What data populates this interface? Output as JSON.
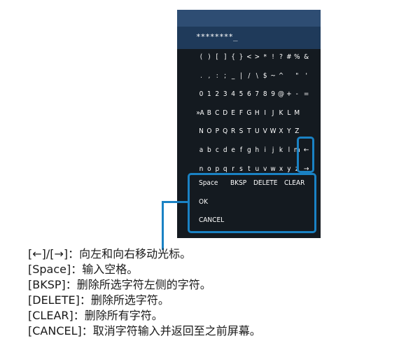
{
  "screen": {
    "input_value": "********_",
    "keyboard_rows": [
      [
        "(",
        ")",
        "[",
        "]",
        "{",
        "}",
        "<",
        ">",
        "*",
        "!",
        "?",
        "#",
        "%",
        "&"
      ],
      [
        ".",
        ",",
        ":",
        ";",
        "_",
        "|",
        "/",
        "\\",
        "$",
        "~",
        "^",
        "",
        "\"",
        "'"
      ],
      [
        "0",
        "1",
        "2",
        "3",
        "4",
        "5",
        "6",
        "7",
        "8",
        "9",
        "@",
        "+",
        "-",
        "="
      ],
      [
        "»A",
        "B",
        "C",
        "D",
        "E",
        "F",
        "G",
        "H",
        "I",
        "J",
        "K",
        "L",
        "M"
      ],
      [
        "N",
        "O",
        "P",
        "Q",
        "R",
        "S",
        "T",
        "U",
        "V",
        "W",
        "X",
        "Y",
        "Z"
      ],
      [
        "a",
        "b",
        "c",
        "d",
        "e",
        "f",
        "g",
        "h",
        "i",
        "j",
        "k",
        "l",
        "m",
        "←"
      ],
      [
        "n",
        "o",
        "p",
        "q",
        "r",
        "s",
        "t",
        "u",
        "v",
        "w",
        "x",
        "y",
        "z",
        "→"
      ]
    ],
    "buttons": {
      "space": "Space",
      "bksp": "BKSP",
      "delete": "DELETE",
      "clear": "CLEAR",
      "ok": "OK",
      "cancel": "CANCEL"
    }
  },
  "legend": [
    "[←]/[→]：向左和向右移动光标。",
    "[Space]：输入空格。",
    "[BKSP]：删除所选字符左侧的字符。",
    "[DELETE]：删除所选字符。",
    "[CLEAR]：删除所有字符。",
    "[CANCEL]：取消字符输入并返回至之前屏幕。"
  ],
  "colors": {
    "screen_bg": "#141a20",
    "topbar": "#2e4d73",
    "inputbar": "#1f3a5a",
    "highlight_frame": "#1a82c4"
  }
}
